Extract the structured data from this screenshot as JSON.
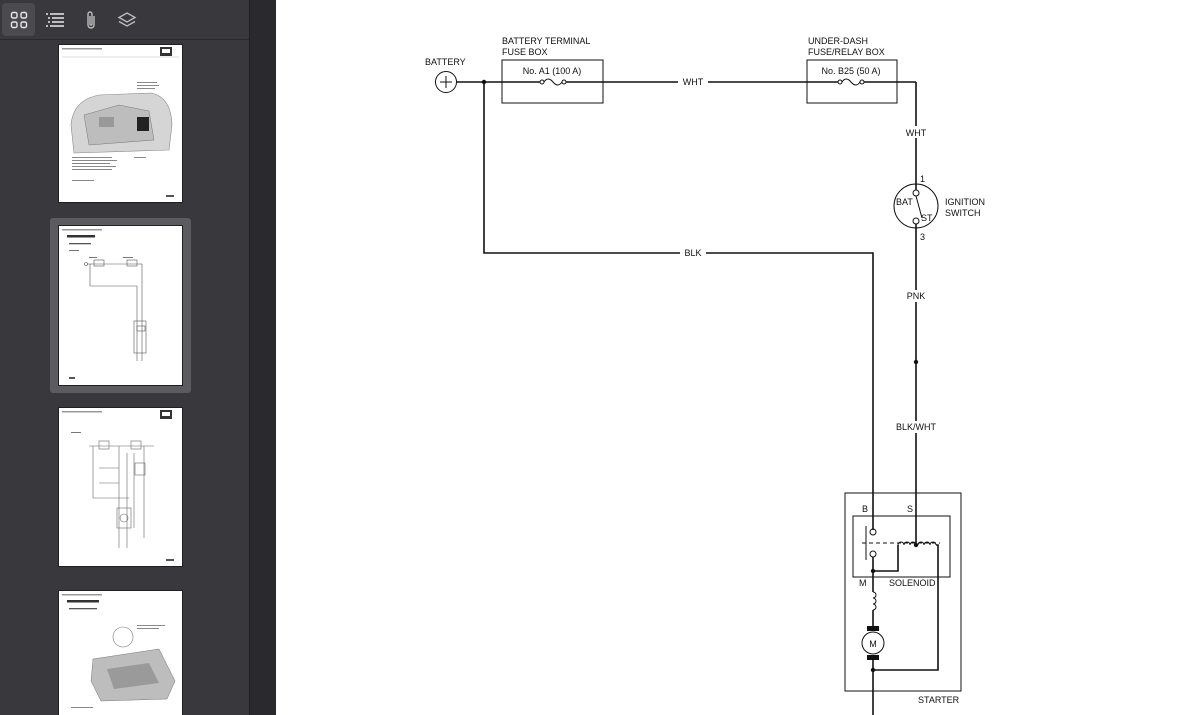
{
  "toolbar": {
    "buttons": [
      {
        "name": "thumbnails",
        "icon": "thumbnails-icon",
        "active": true
      },
      {
        "name": "outline",
        "icon": "outline-icon",
        "active": false
      },
      {
        "name": "attachments",
        "icon": "paperclip-icon",
        "active": false
      },
      {
        "name": "layers",
        "icon": "layers-icon",
        "active": false
      }
    ]
  },
  "thumbnails": [
    {
      "page": "4-3",
      "selected": false
    },
    {
      "page": "4-4",
      "selected": true
    },
    {
      "page": "4-5",
      "selected": false
    },
    {
      "page": "",
      "selected": false
    }
  ],
  "colors": {
    "sidebar_bg": "#38383d",
    "selected_thumb_bg": "#5b5b60",
    "splitter_bg": "#2a2a2e",
    "page_bg": "#ffffff",
    "ink": "#111111"
  },
  "diagram": {
    "battery_label": "BATTERY",
    "battery_terminal_box": {
      "line1": "BATTERY TERMINAL",
      "line2": "FUSE BOX",
      "fuse": "No. A1 (100 A)"
    },
    "under_dash_box": {
      "line1": "UNDER-DASH",
      "line2": "FUSE/RELAY BOX",
      "fuse": "No. B25 (50 A)"
    },
    "wires": {
      "wht_horizontal": "WHT",
      "wht_vertical": "WHT",
      "blk": "BLK",
      "pnk": "PNK",
      "blk_wht": "BLK/WHT"
    },
    "ignition_switch": {
      "line1": "IGNITION",
      "line2": "SWITCH",
      "pin_top": "1",
      "pin_bottom": "3",
      "bat": "BAT",
      "st": "ST"
    },
    "starter": {
      "label": "STARTER",
      "terminal_b": "B",
      "terminal_s": "S",
      "terminal_m": "M",
      "solenoid": "SOLENOID",
      "motor": "M"
    }
  }
}
